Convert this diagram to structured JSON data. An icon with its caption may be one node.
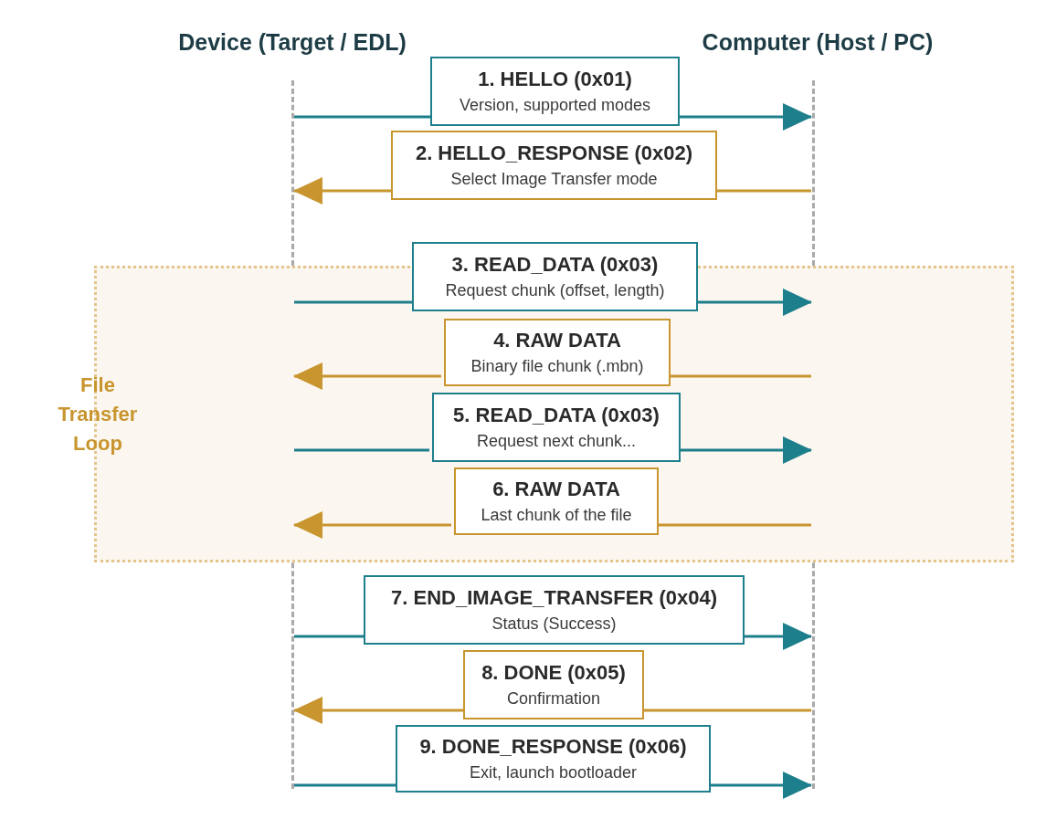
{
  "diagram": {
    "nodes": [
      {
        "text": [
          "Device (Target / EDL)"
        ]
      },
      {
        "text": [
          "Computer (Host / PC)"
        ]
      },
      {
        "text": [],
        "shape": "line"
      },
      {
        "text": [],
        "shape": "line"
      },
      {
        "text": [
          "1. HELLO (0x01)",
          "Version, supported modes"
        ]
      },
      {
        "text": [
          "2. HELLO_RESPONSE (0x02)",
          "Select Image Transfer mode"
        ]
      },
      {
        "text": [
          "File Transfer Loop"
        ]
      },
      {
        "text": [
          "3. READ_DATA (0x03)",
          "Request chunk (offset, length)"
        ]
      },
      {
        "text": [
          "4. RAW DATA",
          "Binary file chunk (.mbn)"
        ],
        "in": 6
      },
      {
        "text": [
          "5. READ_DATA (0x03)",
          "Request next chunk..."
        ],
        "in": 6
      },
      {
        "text": [
          "6. RAW DATA",
          "Last chunk of the file"
        ],
        "in": 6
      },
      {
        "text": [
          "7. END_IMAGE_TRANSFER (0x04)",
          "Status (Success)"
        ]
      },
      {
        "text": [
          "8. DONE (0x05)",
          "Confirmation"
        ]
      },
      {
        "text": [
          "9. DONE_RESPONSE (0x06)",
          "Exit, launch bootloader"
        ]
      }
    ],
    "edges": [
      {
        "from": 2,
        "to": 4,
        "arrow": "none"
      },
      {
        "from": 4,
        "to": 3,
        "arrow": "to"
      },
      {
        "from": 3,
        "to": 5,
        "arrow": "none",
        "color": "#c8952e"
      },
      {
        "from": 5,
        "to": 2,
        "arrow": "to",
        "color": "#c8952e"
      },
      {
        "from": 2,
        "to": 7,
        "arrow": "none"
      },
      {
        "from": 7,
        "to": 3,
        "arrow": "to"
      },
      {
        "from": 3,
        "to": 8,
        "arrow": "none",
        "color": "#c8952e"
      },
      {
        "from": 8,
        "to": 2,
        "arrow": "to",
        "color": "#c8952e"
      },
      {
        "from": 2,
        "to": 9,
        "arrow": "none"
      },
      {
        "from": 9,
        "to": 3,
        "arrow": "to"
      },
      {
        "from": 3,
        "to": 10,
        "arrow": "none",
        "color": "#c8952e"
      },
      {
        "from": 10,
        "to": 2,
        "arrow": "to",
        "color": "#c8952e"
      },
      {
        "from": 2,
        "to": 11,
        "arrow": "none"
      },
      {
        "from": 11,
        "to": 3,
        "arrow": "to"
      },
      {
        "from": 3,
        "to": 12,
        "arrow": "none",
        "color": "#c8952e"
      },
      {
        "from": 12,
        "to": 2,
        "arrow": "to",
        "color": "#c8952e"
      },
      {
        "from": 2,
        "to": 13,
        "arrow": "none"
      },
      {
        "from": 13,
        "to": 3,
        "arrow": "to"
      }
    ]
  }
}
